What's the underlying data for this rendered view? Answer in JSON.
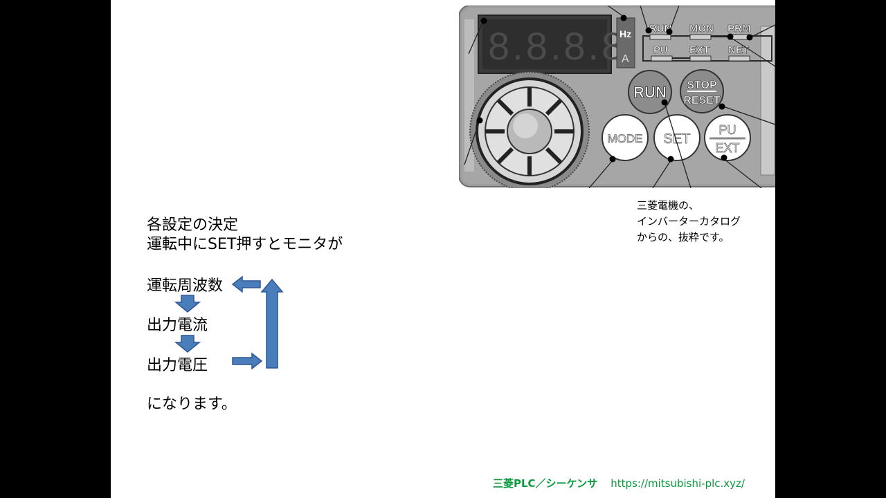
{
  "slide": {
    "title_line1": "各設定の決定",
    "title_line2": "運転中にSET押すとモニタが",
    "cycle": [
      "運転周波数",
      "出力電流",
      "出力電圧"
    ],
    "closing": "になります。"
  },
  "panel": {
    "display_digits": "8.8.8.8.",
    "unit_hz": "Hz",
    "unit_a": "A",
    "led_labels": [
      "RUN",
      "MON",
      "PRM",
      "PU",
      "EXT",
      "NET"
    ],
    "buttons": {
      "run": "RUN",
      "stop_top": "STOP",
      "stop_bottom": "RESET",
      "mode": "MODE",
      "set": "SET",
      "pu_top": "PU",
      "pu_bottom": "EXT"
    }
  },
  "caption": {
    "line1": "三菱電機の、",
    "line2": "インバーターカタログ",
    "line3": "からの、抜粋です。"
  },
  "footer": {
    "brand": "三菱PLC／シーケンサ",
    "url": "https://mitsubishi-plc.xyz/"
  },
  "colors": {
    "arrow_fill": "#4a7ebb",
    "arrow_stroke": "#2f5597",
    "footer_green": "#0a9a3c",
    "panel_gray": "#9a9a9a"
  }
}
